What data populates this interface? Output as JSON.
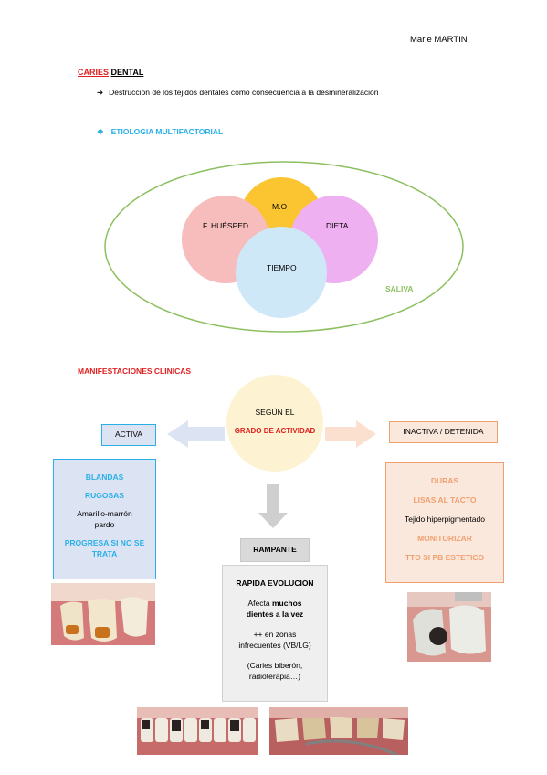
{
  "author": "Marie MARTIN",
  "title": {
    "red": "CARIES",
    "black": "DENTAL"
  },
  "definition": "Destrucción de los tejidos dentales como consecuencia a la desmineralización",
  "etiologia": "ETIOLOGIA MULTIFACTORIAL",
  "venn": {
    "mo": "M.O",
    "huesped": "F. HUÉSPED",
    "dieta": "DIETA",
    "tiempo": "TIEMPO",
    "saliva": "SALIVA"
  },
  "manifestaciones": "MANIFESTACIONES CLINICAS",
  "grado": {
    "line1": "SEGÚN EL",
    "line2": "GRADO DE ACTIVIDAD"
  },
  "activa": {
    "label": "ACTIVA",
    "items": [
      "BLANDAS",
      "RUGOSAS",
      "Amarillo-marrón",
      "pardo",
      "PROGRESA SI NO SE",
      "TRATA"
    ]
  },
  "inactiva": {
    "label": "INACTIVA / DETENIDA",
    "items": [
      "DURAS",
      "LISAS AL TACTO",
      "Tejido hiperpigmentado",
      "MONITORIZAR",
      "TTO SI PB ESTETICO"
    ]
  },
  "rampante": {
    "label": "RAMPANTE",
    "title": "RAPIDA EVOLUCION",
    "l1a": "Afecta ",
    "l1b": "muchos",
    "l2": "dientes a la vez",
    "l3": "++ en zonas",
    "l4": "infrecuentes (VB/LG)",
    "l5": "(Caries biberón,",
    "l6": "radioterapia…)"
  },
  "colors": {
    "red": "#e02020",
    "blue": "#2ab0e8",
    "orange": "#f0a070",
    "green_ellipse": "#8cc060",
    "mo": "#fbc531",
    "huesped": "#f7bcbc",
    "dieta": "#eeb0f0",
    "tiempo": "#cfe8f8"
  }
}
